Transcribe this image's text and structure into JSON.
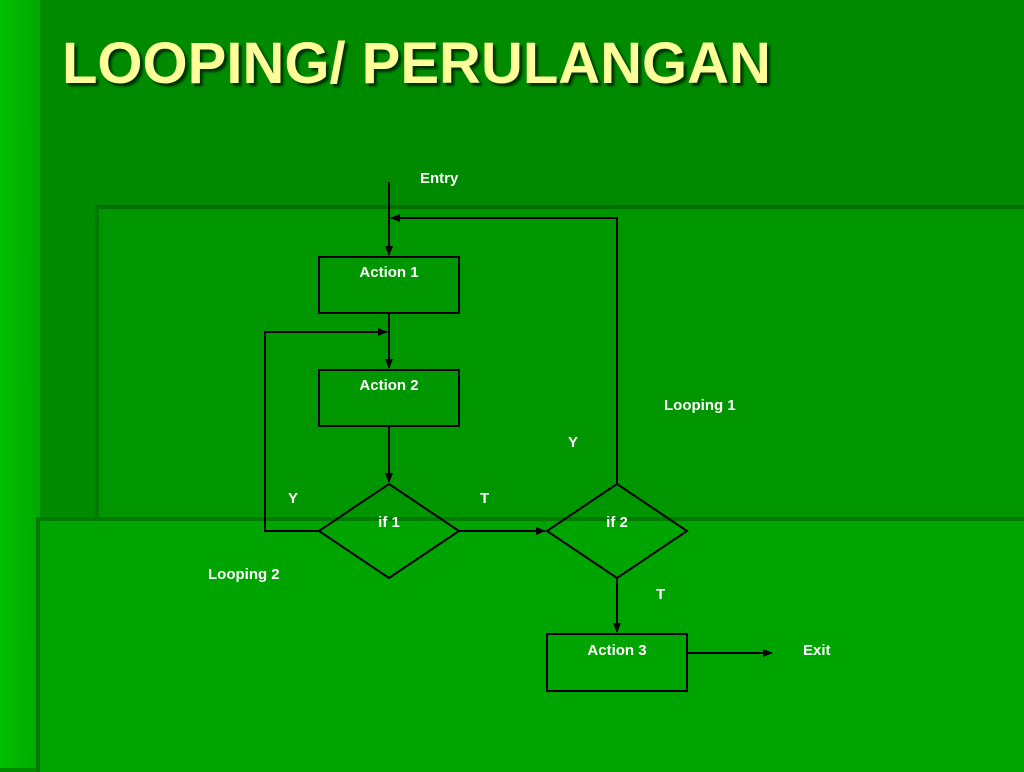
{
  "slide": {
    "title": "LOOPING/ PERULANGAN"
  },
  "diagram": {
    "entry_label": "Entry",
    "exit_label": "Exit",
    "nodes": {
      "action1": "Action 1",
      "action2": "Action 2",
      "if1": "if 1",
      "if2": "if 2",
      "action3": "Action 3"
    },
    "edge_labels": {
      "if1_yes": "Y",
      "if1_no": "T",
      "if2_yes": "Y",
      "if2_no": "T"
    },
    "loop_labels": {
      "loop1": "Looping 1",
      "loop2": "Looping 2"
    },
    "colors": {
      "background": "#008a00",
      "title": "#ffff99",
      "stroke": "#000000",
      "text": "#ffffff"
    }
  }
}
